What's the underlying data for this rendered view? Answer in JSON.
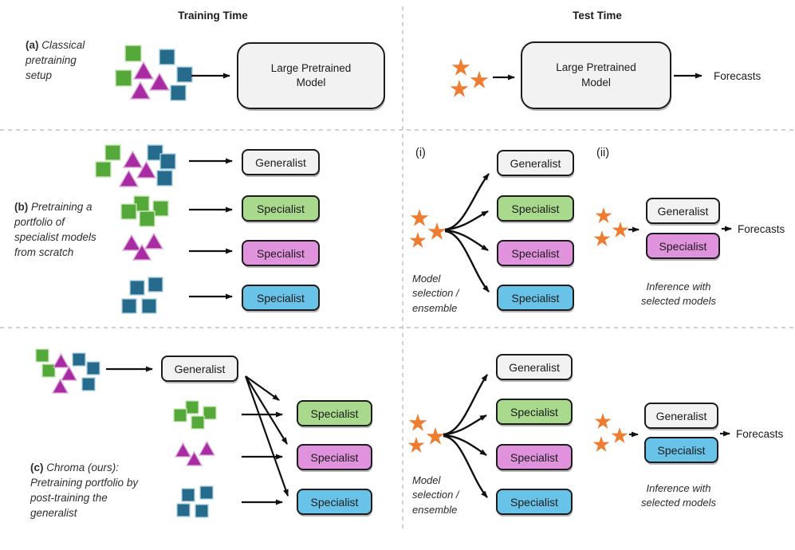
{
  "headers": {
    "training": "Training Time",
    "test": "Test Time"
  },
  "captions": {
    "a": {
      "prefix": "(a)",
      "text": "Classical pretraining setup"
    },
    "b": {
      "prefix": "(b)",
      "text": "Pretraining a portfolio of specialist models from scratch"
    },
    "c": {
      "prefix": "(c)",
      "text": "Chroma (ours): Pretraining portfolio by post-training the generalist"
    }
  },
  "boxes": {
    "large_model": "Large Pretrained Model",
    "generalist": "Generalist",
    "specialist": "Specialist"
  },
  "annotations": {
    "selection_marker": "(i)",
    "inference_marker": "(ii)",
    "model_selection": "Model selection / ensemble",
    "inference": "Inference with selected models",
    "forecasts": "Forecasts"
  },
  "shapes": {
    "green_square": "train data (green domain)",
    "purple_triangle": "train data (purple domain)",
    "teal_square": "train data (teal domain)",
    "orange_star": "test data"
  },
  "colors": {
    "green": "#55a93a",
    "green_edge": "#c9e6b6",
    "purple": "#a82ba4",
    "purple_edge": "#dcaad8",
    "teal": "#266a8c",
    "teal_edge": "#abd0e2",
    "orange": "#ee7d31",
    "box_gray": "#f2f2f2",
    "box_green": "#a8d98c",
    "box_pink": "#e092dd",
    "box_blue": "#69c3e8",
    "border": "#1c1c1c",
    "arrow": "#111111",
    "dash": "#c2c2c2",
    "shadow": "#b6b6b6"
  }
}
